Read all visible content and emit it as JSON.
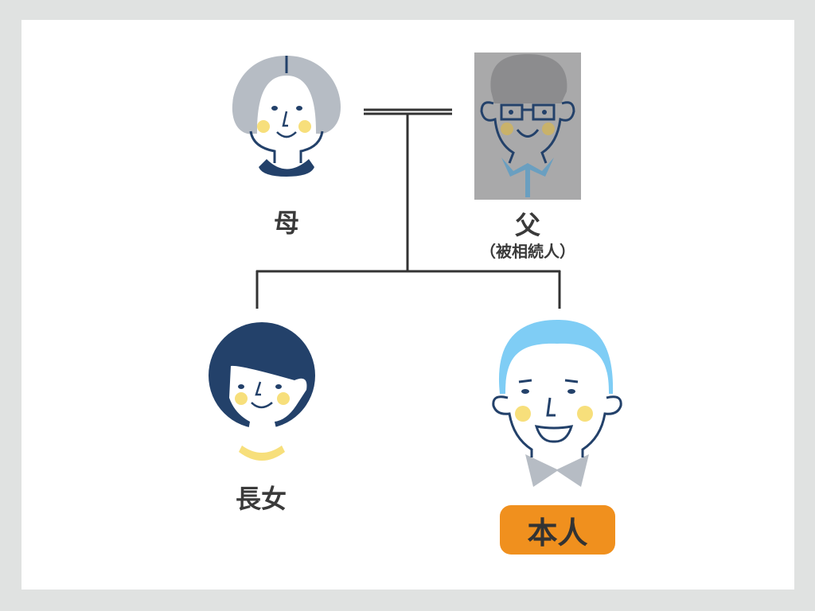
{
  "people": {
    "mother": {
      "label": "母"
    },
    "father": {
      "label": "父",
      "note": "（被相続人）"
    },
    "eldest_daughter": {
      "label": "長女"
    },
    "self": {
      "label": "本人"
    }
  },
  "colors": {
    "background": "#e0e2e1",
    "line": "#333333",
    "navy": "#23416a",
    "cheek": "#f7df7b",
    "deceased_overlay": "#a9a9aa",
    "badge": "#f0901e",
    "self_hair": "#7fcdf5"
  }
}
